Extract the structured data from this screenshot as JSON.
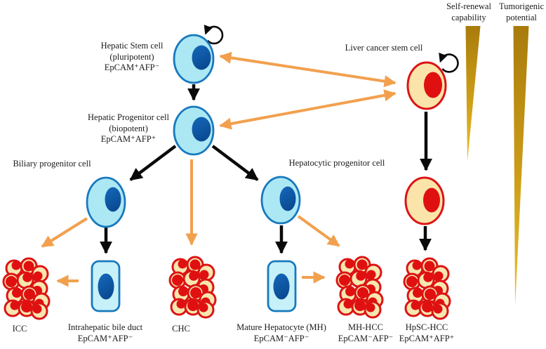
{
  "labels": {
    "hepatic_stem_cell": "Hepatic Stem cell\n(pluripotent)\nEpCAM⁺AFP⁻",
    "hepatic_progenitor_cell": "Hepatic Progenitor cell\n(biopotent)\nEpCAM⁺AFP⁺",
    "biliary_progenitor_cell": "Biliary progenitor cell",
    "hepatocytic_progenitor_cell": "Hepatocytic progenitor cell",
    "liver_cancer_stem_cell": "Liver cancer stem cell",
    "self_renewal_capability": "Self-renewal\ncapability",
    "tumorigenic_potential": "Tumorigenic\npotential",
    "icc": "ICC",
    "intrahepatic_bile_duct": "Intrahepatic bile duct\nEpCAM⁺AFP⁻",
    "chc": "CHC",
    "mature_hepatocyte": "Mature Hepatocyte (MH)\nEpCAM⁻AFP⁻",
    "mh_hcc": "MH-HCC\nEpCAM⁻AFP⁻",
    "hpsc_hcc": "HpSC-HCC\nEpCAM⁺AFP⁺"
  },
  "icons": {
    "self_renewal_loop": "circular-arrow",
    "differentiation_arrow": "black-arrow",
    "transformation_arrow": "orange-arrow",
    "gradient_wedge": "tapered-triangle"
  },
  "colors": {
    "cell_fill": "#ACE8F4",
    "rect_cell_fill": "#C7F1F8",
    "cell_border": "#1879BE",
    "nucleus": "#0F61B3",
    "cancer_fill": "#FAE4AA",
    "cancer_border": "#DC1414",
    "cancer_nucleus": "#E01010",
    "tumor_cell_fill": "#F6E6B0",
    "orange": "#F2A04E",
    "black": "#0A0A0A",
    "wedge_dark": "#A87C0C",
    "wedge_light": "#EAC02B"
  }
}
